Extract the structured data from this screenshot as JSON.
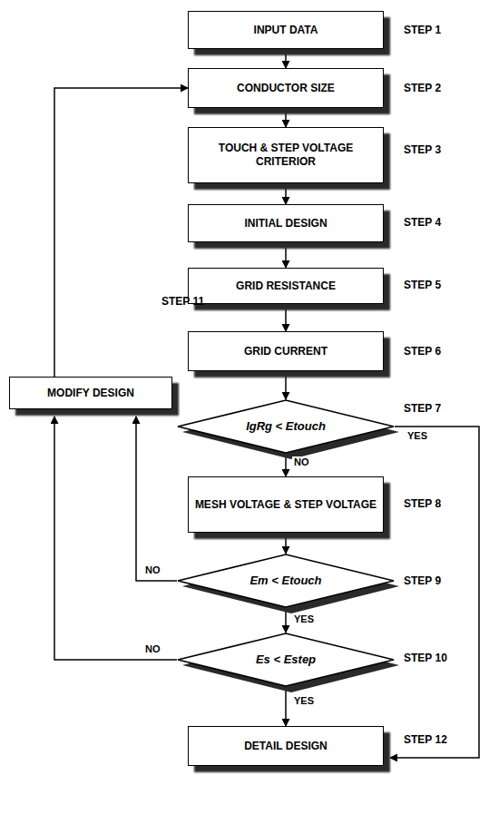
{
  "diagram": {
    "nodes": [
      {
        "text": [
          "INPUT DATA"
        ]
      },
      {
        "text": [
          "CONDUCTOR SIZE"
        ]
      },
      {
        "text": [
          "TOUCH & STEP VOLTAGE CRITERIOR"
        ]
      },
      {
        "text": [
          "INITIAL DESIGN"
        ]
      },
      {
        "text": [
          "GRID RESISTANCE"
        ]
      },
      {
        "text": [
          "GRID CURRENT"
        ]
      },
      {
        "text": [
          "IgRg < Etouch"
        ]
      },
      {
        "text": [
          "MESH VOLTAGE & STEP VOLTAGE"
        ]
      },
      {
        "text": [
          "Em < Etouch"
        ]
      },
      {
        "text": [
          "Es < Estep"
        ]
      },
      {
        "text": [
          "MODIFY DESIGN"
        ]
      },
      {
        "text": [
          "DETAIL DESIGN"
        ]
      }
    ],
    "edges": [
      {
        "from": 0,
        "to": 1,
        "arrow": "to"
      },
      {
        "from": 1,
        "to": 2,
        "arrow": "to"
      },
      {
        "from": 2,
        "to": 3,
        "arrow": "to"
      },
      {
        "from": 3,
        "to": 4,
        "arrow": "to"
      },
      {
        "from": 4,
        "to": 5,
        "arrow": "to"
      },
      {
        "from": 5,
        "to": 6,
        "arrow": "to"
      },
      {
        "from": 6,
        "to": 7,
        "label": "NO",
        "arrow": "to"
      },
      {
        "from": 6,
        "to": 11,
        "label": "YES",
        "arrow": "to"
      },
      {
        "from": 7,
        "to": 8,
        "arrow": "to"
      },
      {
        "from": 8,
        "to": 9,
        "label": "YES",
        "arrow": "to"
      },
      {
        "from": 8,
        "to": 10,
        "label": "NO",
        "arrow": "to"
      },
      {
        "from": 9,
        "to": 11,
        "label": "YES",
        "arrow": "to"
      },
      {
        "from": 9,
        "to": 10,
        "label": "NO",
        "arrow": "to"
      },
      {
        "from": 10,
        "to": 1,
        "arrow": "to"
      }
    ],
    "labels": [
      "STEP 1",
      "STEP 2",
      "STEP 3",
      "STEP 4",
      "STEP 5",
      "STEP 6",
      "STEP 7",
      "STEP 8",
      "STEP 9",
      "STEP 10",
      "STEP 11",
      "STEP 12"
    ]
  }
}
